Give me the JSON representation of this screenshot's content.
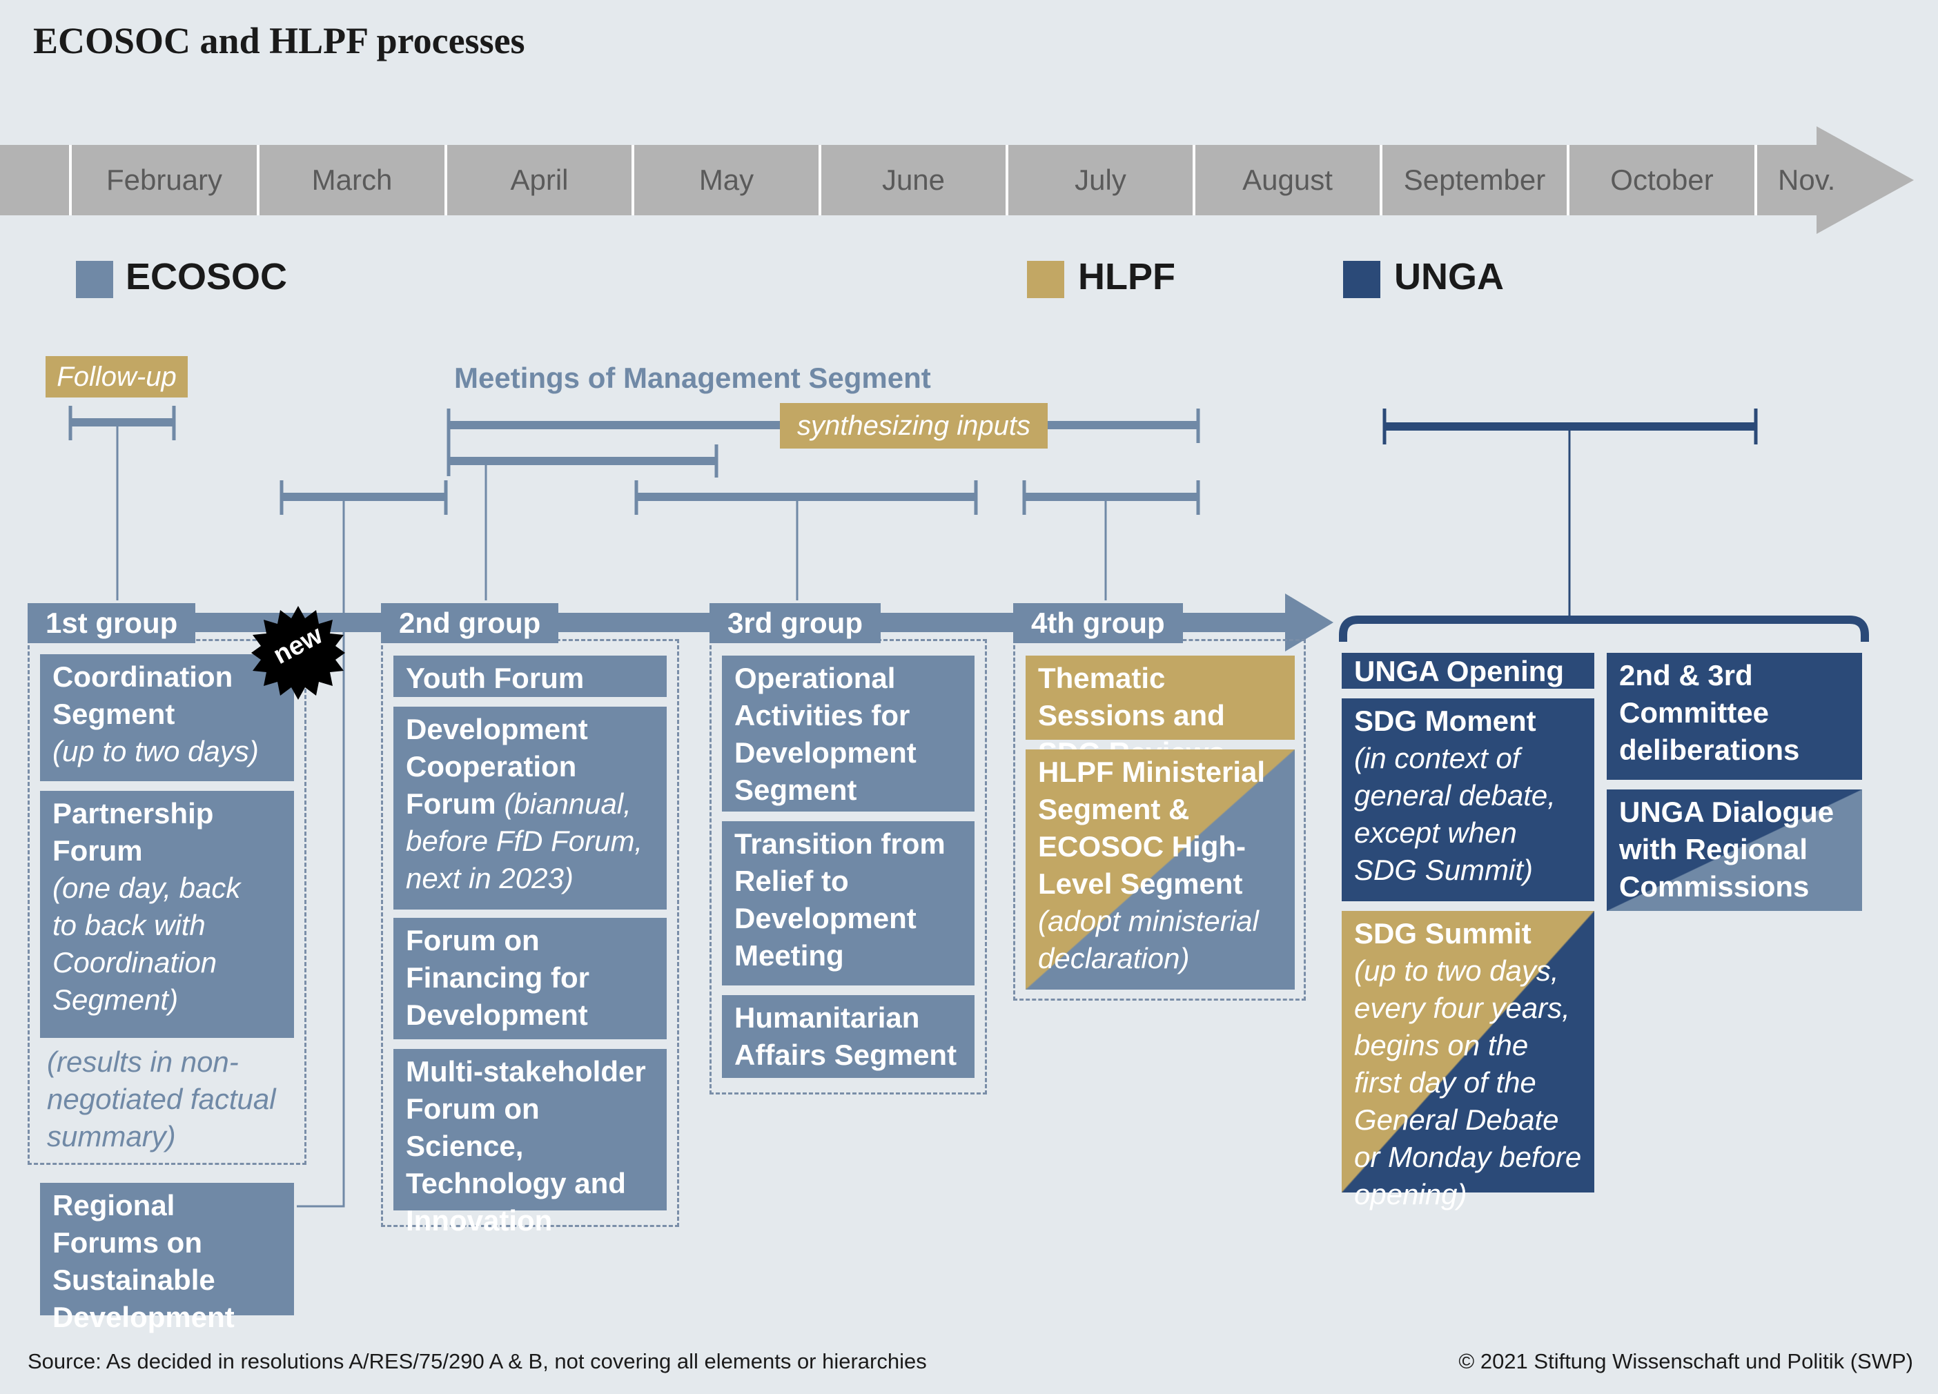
{
  "title": "ECOSOC and HLPF processes",
  "months": [
    "February",
    "March",
    "April",
    "May",
    "June",
    "July",
    "August",
    "September",
    "October",
    "Nov."
  ],
  "legend": {
    "ecosoc": {
      "label": "ECOSOC",
      "color": "#7089a6"
    },
    "hlpf": {
      "label": "HLPF",
      "color": "#c2a764"
    },
    "unga": {
      "label": "UNGA",
      "color": "#2b4a78"
    }
  },
  "labels": {
    "follow_up": "Follow-up",
    "management": "Meetings of Management Segment",
    "synthesizing": "synthesizing inputs",
    "new_badge": "new"
  },
  "groups": {
    "g1": "1st group",
    "g2": "2nd group",
    "g3": "3rd group",
    "g4": "4th group"
  },
  "boxes": {
    "coordination": {
      "title": "Coordination Segment",
      "sub": "(up to two days)"
    },
    "partnership": {
      "title": "Partnership Forum",
      "sub": "(one day, back to back with Coordination Segment)"
    },
    "results_note": "(results in non-negotiated factual summary)",
    "regional_forums": {
      "title": "Regional Forums on Sustainable Development"
    },
    "youth": {
      "title": "Youth Forum"
    },
    "dcf": {
      "title": "Development Cooperation Forum",
      "sub": "(biannual, before FfD Forum, next in 2023)"
    },
    "ffd": {
      "title": "Forum on Financing for Development"
    },
    "sti": {
      "title": "Multi-stakeholder Forum on Science, Technology and Innovation"
    },
    "oas": {
      "title": "Operational Activities for Development Segment"
    },
    "transition": {
      "title": "Transition from Relief to Development Meeting"
    },
    "humanitarian": {
      "title": "Humanitarian Affairs Segment"
    },
    "thematic": {
      "title": "Thematic Sessions and SDG Reviews"
    },
    "ministerial": {
      "title": "HLPF Ministerial Segment & ECOSOC High-Level Segment",
      "sub": "(adopt ministerial declaration)"
    },
    "unga_opening": {
      "title": "UNGA Opening"
    },
    "sdg_moment": {
      "title": "SDG Moment",
      "sub": "(in context of general debate, except when SDG Summit)"
    },
    "sdg_summit": {
      "title": "SDG Summit",
      "sub": "(up to two days, every four years, begins on the first day of the General Debate or Monday before opening)"
    },
    "committees": {
      "title": "2nd & 3rd Committee deliberations"
    },
    "unga_dialogue": {
      "title": "UNGA Dialogue with Regional Commissions"
    }
  },
  "footer": {
    "source": "Source: As decided in resolutions A/RES/75/290 A & B, not covering all elements or hierarchies",
    "copyright": "© 2021 Stiftung Wissenschaft und Politik (SWP)"
  }
}
